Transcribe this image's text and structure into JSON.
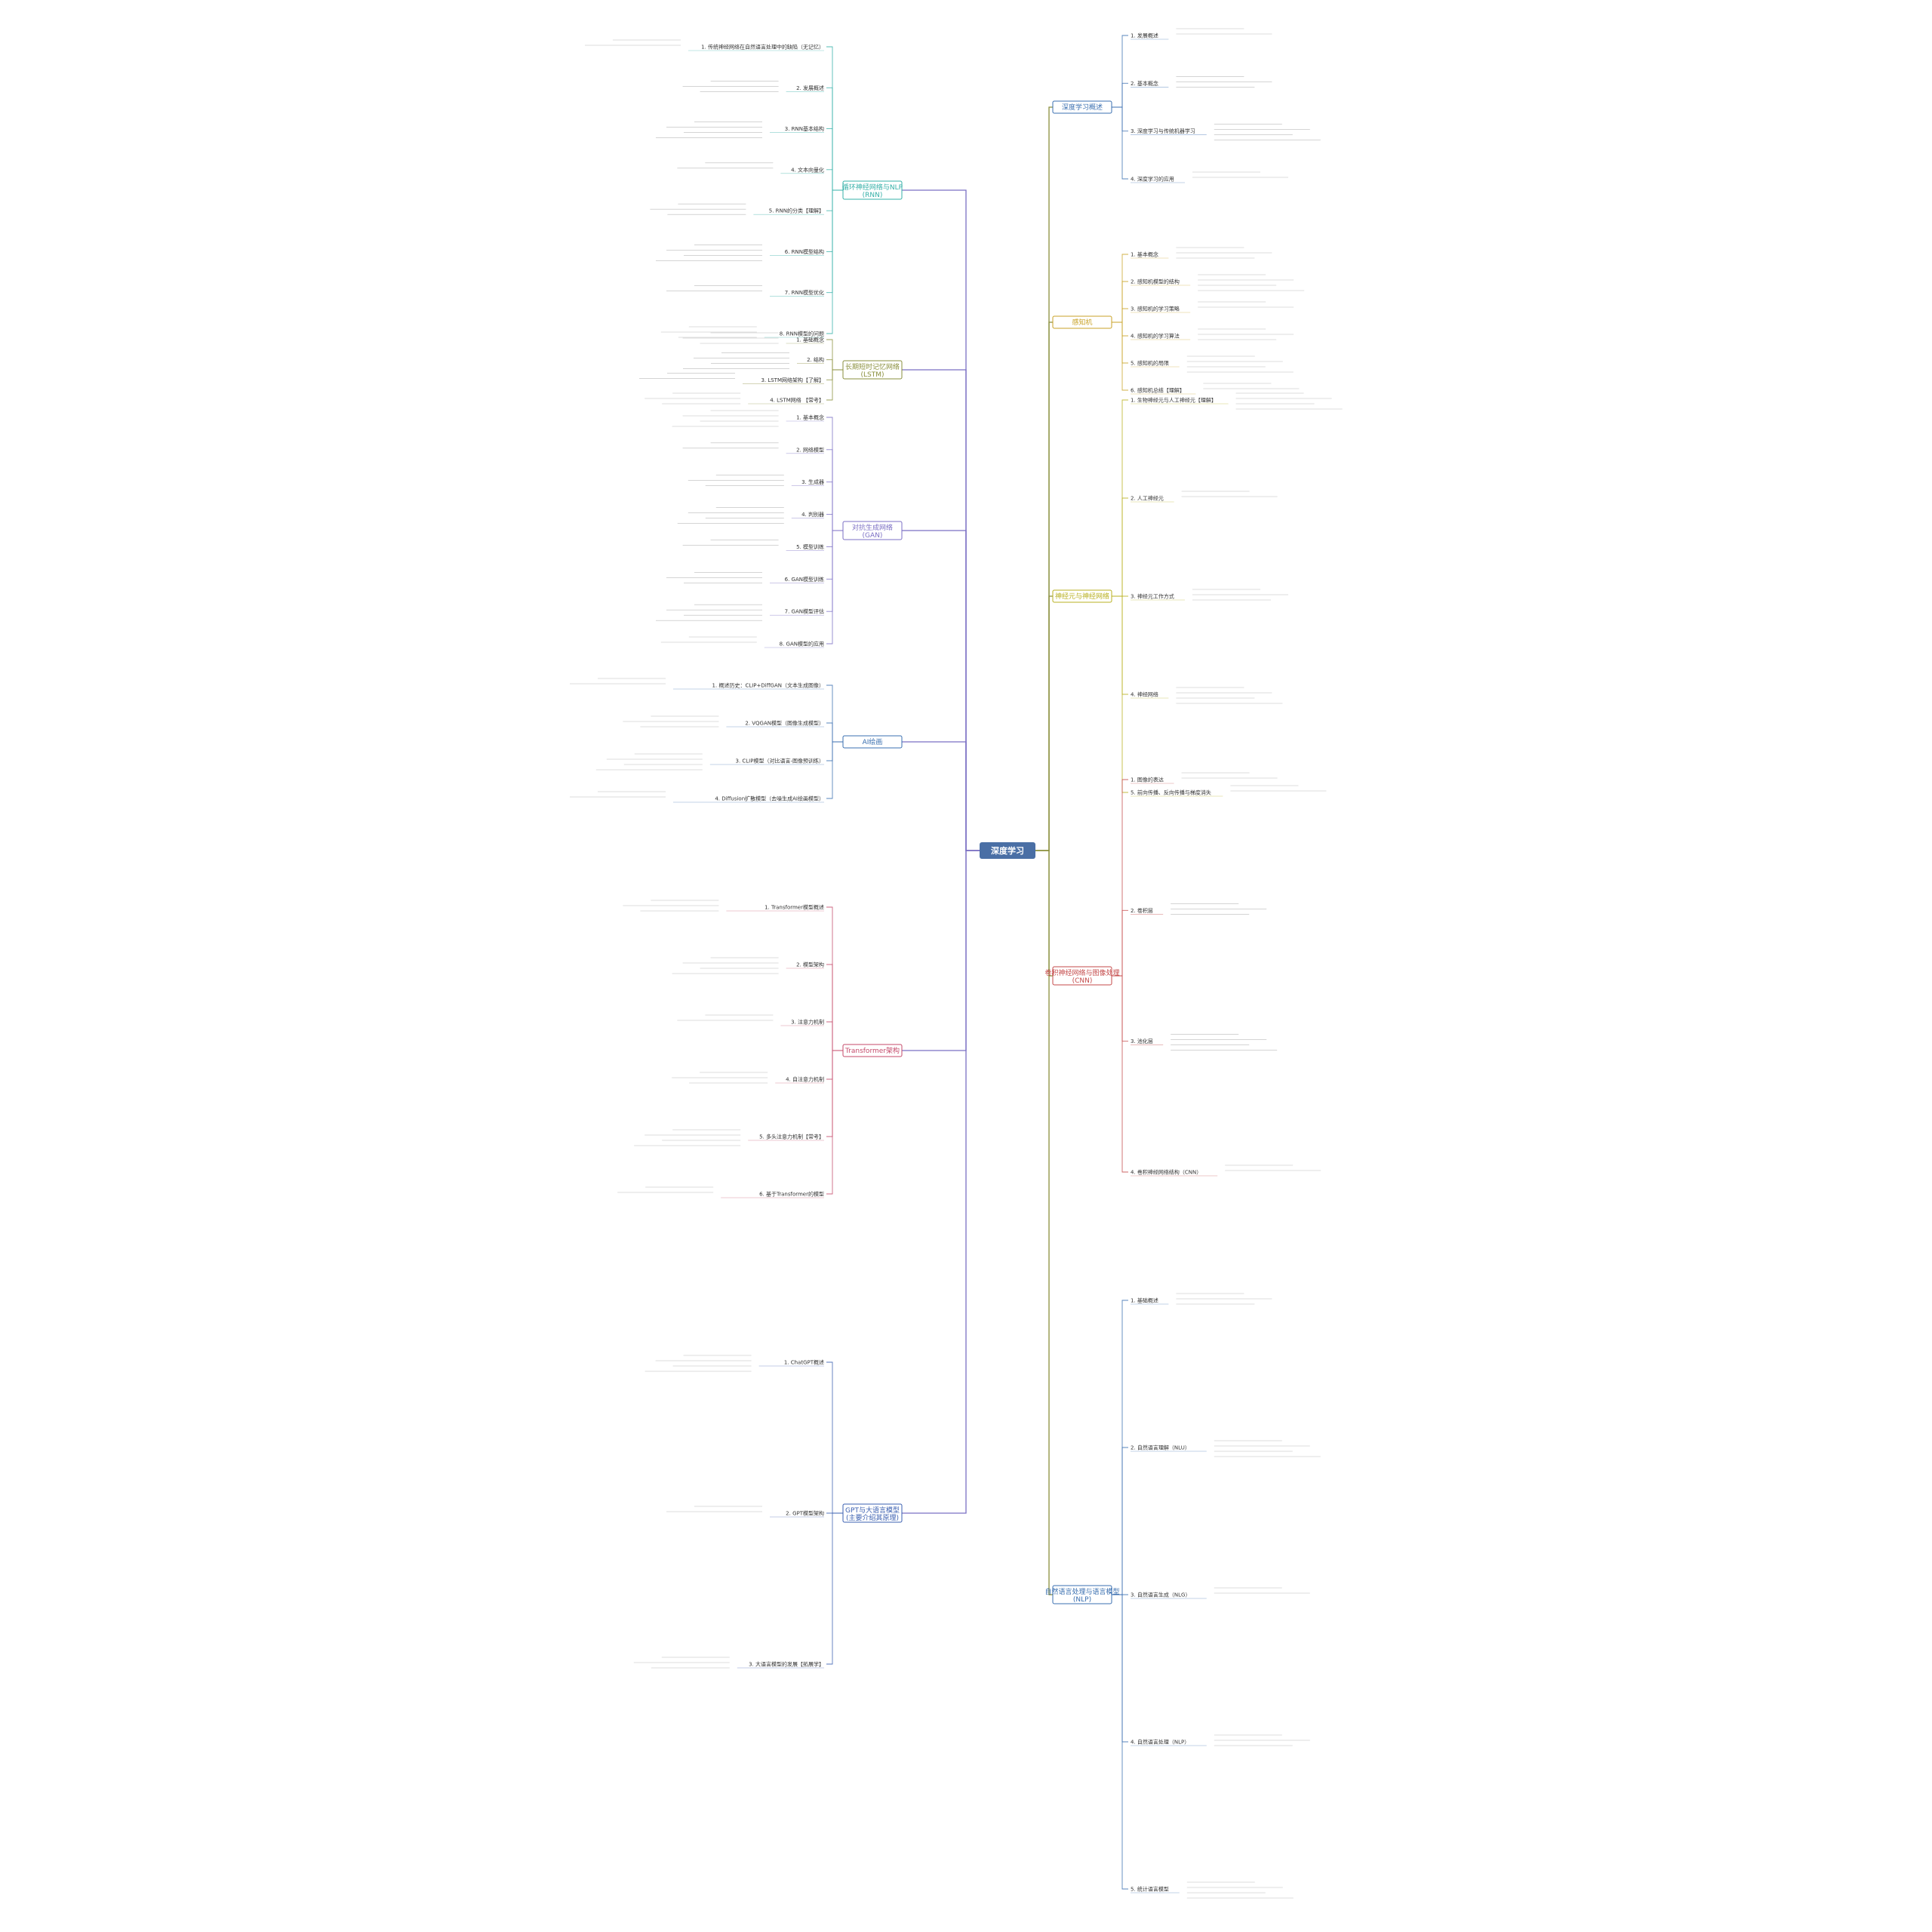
{
  "root": "深度学习",
  "colors": {
    "root_fill": "#4a6fa5",
    "left_line": "#7b6fc4",
    "right_line": "#8a8f3c",
    "branch_rnn": "#35b0a8",
    "branch_lstm": "#8a8f3c",
    "branch_gan": "#7b6fc4",
    "branch_ai": "#3a6fb0",
    "branch_transformer": "#c44a6a",
    "branch_gpt": "#3a5fb0",
    "branch_overview": "#3a6fb0",
    "branch_perceptron": "#c9a227",
    "branch_nn": "#b8b020",
    "branch_cnn": "#c44a4a",
    "branch_nlp": "#3a6fb0",
    "dashed": "#555555"
  },
  "branches": [
    {
      "id": "rnn",
      "side": "left",
      "label": "循环神经网络与NLP\n(RNN)",
      "items": [
        "1. 传统神经网络在自然语言处理中的缺陷（无记忆）",
        "2. 发展概述",
        "3. RNN基本结构",
        "4. 文本向量化",
        "5. RNN的分类【理解】",
        "6. RNN模型结构",
        "7. RNN模型优化",
        "8. RNN模型的问题"
      ]
    },
    {
      "id": "lstm",
      "side": "left",
      "label": "长期短时记忆网络\n(LSTM)",
      "items": [
        "1. 基础概念",
        "2. 结构",
        "3. LSTM网络架构【了解】",
        "4. LSTM网络 【常考】"
      ]
    },
    {
      "id": "gan",
      "side": "left",
      "label": "对抗生成网络\n(GAN)",
      "items": [
        "1. 基本概念",
        "2. 网络模型",
        "3. 生成器",
        "4. 判别器",
        "5. 模型训练",
        "6. GAN模型训练",
        "7. GAN模型评估",
        "8. GAN模型的应用"
      ]
    },
    {
      "id": "ai",
      "side": "left",
      "label": "AI绘画",
      "items": [
        "1. 概述历史：CLIP+DiffGAN（文本生成图像）",
        "2. VQGAN模型（图像生成模型）",
        "3. CLIP模型（对比语言-图像预训练）",
        "4. Diffusion扩散模型（去噪生成AI绘画模型）"
      ]
    },
    {
      "id": "transformer",
      "side": "left",
      "label": "Transformer架构",
      "items": [
        "1. Transformer模型概述",
        "2. 模型架构",
        "3. 注意力机制",
        "4. 自注意力机制",
        "5. 多头注意力机制【常考】",
        "6. 基于Transformer的模型"
      ]
    },
    {
      "id": "gpt",
      "side": "left",
      "label": "GPT与大语言模型\n(主要介绍其原理)",
      "items": [
        "1. ChatGPT概述",
        "2. GPT模型架构",
        "3. 大语言模型的发展【拓展学】"
      ]
    },
    {
      "id": "overview",
      "side": "right",
      "label": "深度学习概述",
      "items": [
        "1. 发展概述",
        "2. 基本概念",
        "3. 深度学习与传统机器学习",
        "4. 深度学习的应用"
      ]
    },
    {
      "id": "perceptron",
      "side": "right",
      "label": "感知机",
      "items": [
        "1. 基本概念",
        "2. 感知机模型的结构",
        "3. 感知机的学习策略",
        "4. 感知机的学习算法",
        "5. 感知机的局限",
        "6. 感知机总结【理解】"
      ]
    },
    {
      "id": "nn",
      "side": "right",
      "label": "神经元与神经网络",
      "items": [
        "1. 生物神经元与人工神经元【理解】",
        "2. 人工神经元",
        "3. 神经元工作方式",
        "4. 神经网络",
        "5. 前向传播、反向传播与梯度消失"
      ]
    },
    {
      "id": "cnn",
      "side": "right",
      "label": "卷积神经网络与图像处理\n(CNN)",
      "items": [
        "1. 图像的表达",
        "2. 卷积层",
        "3. 池化层",
        "4. 卷积神经网络结构（CNN）"
      ]
    },
    {
      "id": "nlp",
      "side": "right",
      "label": "自然语言处理与语言模型\n(NLP)",
      "items": [
        "1. 基础概述",
        "2. 自然语言理解（NLU）",
        "3. 自然语言生成（NLG）",
        "4. 自然语言处理（NLP）",
        "5. 统计语言模型"
      ]
    }
  ]
}
